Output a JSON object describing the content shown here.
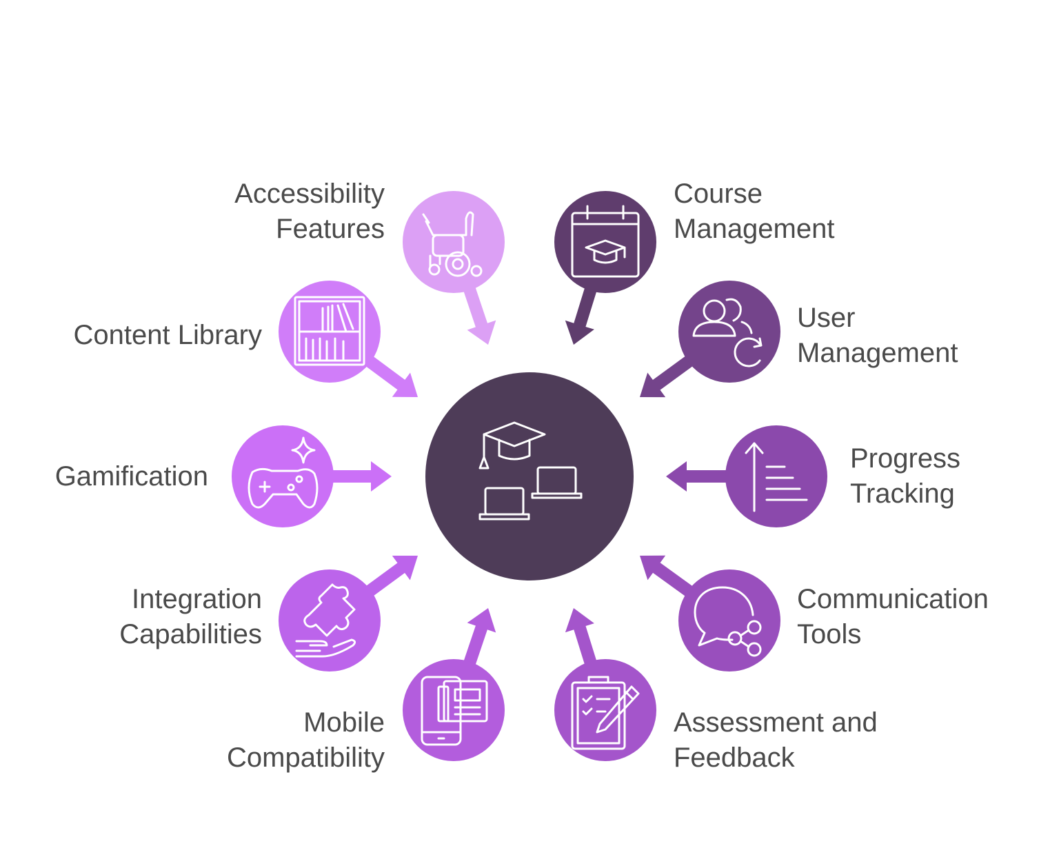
{
  "hub": {
    "icon": "graduation-cap-laptops-icon",
    "color": "#4e3c58"
  },
  "nodes": [
    {
      "id": "accessibility-features",
      "lines": [
        "Accessibility",
        "Features"
      ],
      "icon": "wheelchair-icon",
      "color": "#dca0f5",
      "direction": "into-hub"
    },
    {
      "id": "course-management",
      "lines": [
        "Course",
        "Management"
      ],
      "icon": "calendar-graduation-cap-icon",
      "color": "#5f3d6d",
      "direction": "into-hub"
    },
    {
      "id": "user-management",
      "lines": [
        "User",
        "Management"
      ],
      "icon": "users-refresh-icon",
      "color": "#74448b",
      "direction": "into-hub"
    },
    {
      "id": "progress-tracking",
      "lines": [
        "Progress",
        "Tracking"
      ],
      "icon": "progress-list-icon",
      "color": "#8b49ac",
      "direction": "into-hub"
    },
    {
      "id": "communication-tools",
      "lines": [
        "Communication",
        "Tools"
      ],
      "icon": "chat-share-icon",
      "color": "#994fbd",
      "direction": "out-of-hub"
    },
    {
      "id": "assessment-and-feedback",
      "lines": [
        "Assessment and",
        "Feedback"
      ],
      "icon": "clipboard-pencil-icon",
      "color": "#a455cb",
      "direction": "out-of-hub"
    },
    {
      "id": "mobile-compatibility",
      "lines": [
        "Mobile",
        "Compatibility"
      ],
      "icon": "phone-document-icon",
      "color": "#b35ddd",
      "direction": "out-of-hub"
    },
    {
      "id": "integration-capabilities",
      "lines": [
        "Integration",
        "Capabilities"
      ],
      "icon": "puzzle-hand-icon",
      "color": "#bc64eb",
      "direction": "out-of-hub"
    },
    {
      "id": "gamification",
      "lines": [
        "Gamification"
      ],
      "icon": "gamepad-sparkle-icon",
      "color": "#cb70f7",
      "direction": "into-hub"
    },
    {
      "id": "content-library",
      "lines": [
        "Content Library"
      ],
      "icon": "bookshelf-icon",
      "color": "#d07df9",
      "direction": "into-hub"
    }
  ]
}
